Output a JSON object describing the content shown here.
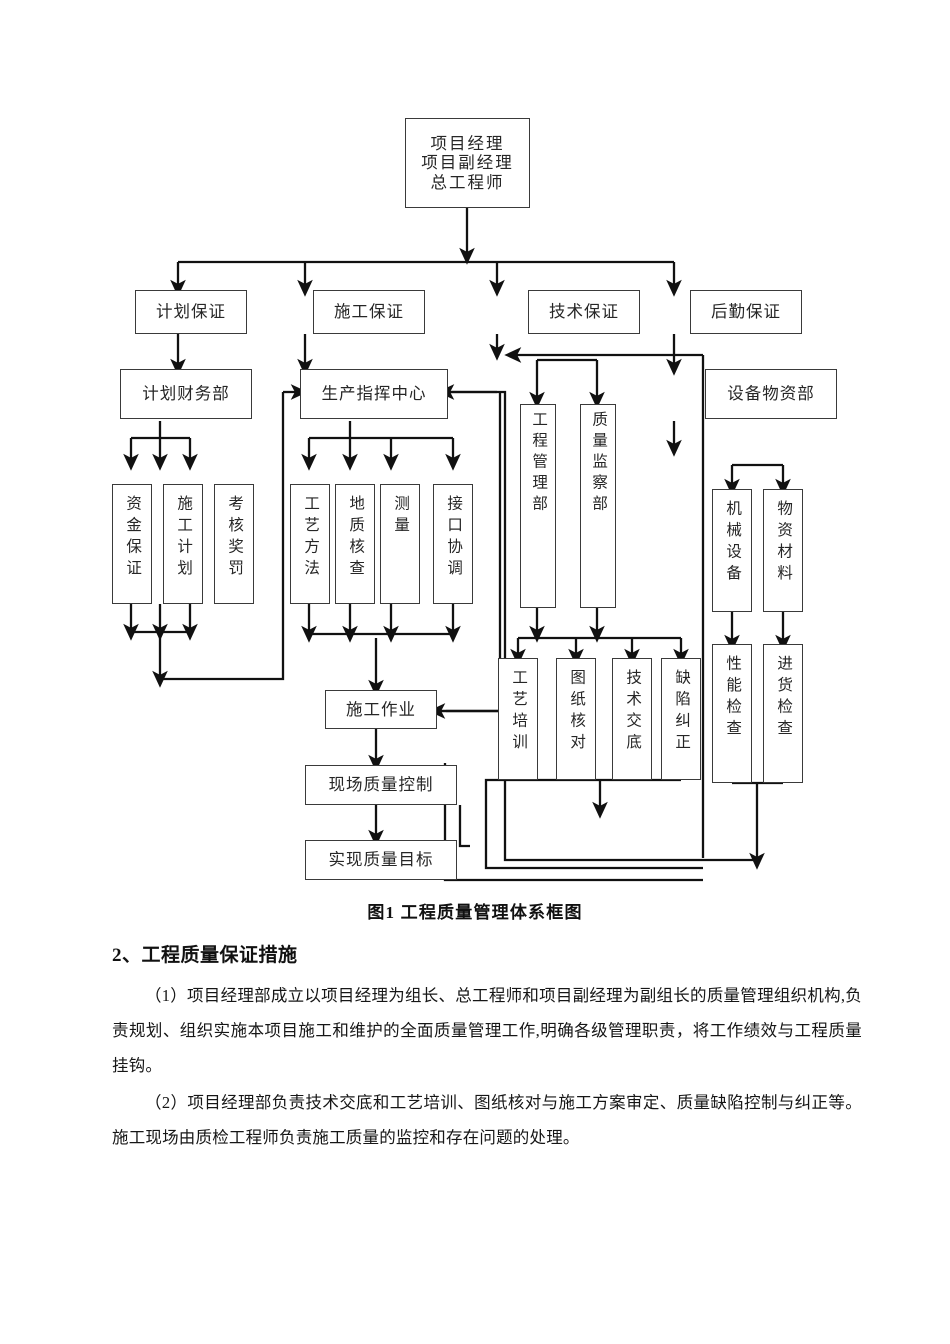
{
  "document": {
    "figure_caption": "图1 工程质量管理体系框图",
    "section_heading": "2、工程质量保证措施",
    "paragraphs": [
      "（1）项目经理部成立以项目经理为组长、总工程师和项目副经理为副组长的质量管理组织机构,负责规划、组织实施本项目施工和维护的全面质量管理工作,明确各级管理职责，将工作绩效与工程质量挂钩。",
      "（2）项目经理部负责技术交底和工艺培训、图纸核对与施工方案审定、质量缺陷控制与纠正等。施工现场由质检工程师负责施工质量的监控和存在问题的处理。"
    ]
  },
  "chart_data": {
    "type": "diagram",
    "title": "图1 工程质量管理体系框图",
    "nodes": [
      {
        "id": "root",
        "label": "项目经理\n项目副经理\n总工程师",
        "level": 0
      },
      {
        "id": "g1",
        "label": "计划保证",
        "level": 1
      },
      {
        "id": "g2",
        "label": "施工保证",
        "level": 1
      },
      {
        "id": "g3",
        "label": "技术保证",
        "level": 1
      },
      {
        "id": "g4",
        "label": "后勤保证",
        "level": 1
      },
      {
        "id": "d1",
        "label": "计划财务部",
        "level": 2
      },
      {
        "id": "d2",
        "label": "生产指挥中心",
        "level": 2
      },
      {
        "id": "d4",
        "label": "设备物资部",
        "level": 2
      },
      {
        "id": "d3a",
        "label": "工程管理部",
        "level": 3
      },
      {
        "id": "d3b",
        "label": "质量监察部",
        "level": 3
      },
      {
        "id": "t1",
        "label": "资金保证",
        "level": 4
      },
      {
        "id": "t2",
        "label": "施工计划",
        "level": 4
      },
      {
        "id": "t3",
        "label": "考核奖罚",
        "level": 4
      },
      {
        "id": "t4",
        "label": "工艺方法",
        "level": 4
      },
      {
        "id": "t5",
        "label": "地质核查",
        "level": 4
      },
      {
        "id": "t6",
        "label": "测量",
        "level": 4
      },
      {
        "id": "t7",
        "label": "接口协调",
        "level": 4
      },
      {
        "id": "t8",
        "label": "机械设备",
        "level": 4
      },
      {
        "id": "t9",
        "label": "物资材料",
        "level": 4
      },
      {
        "id": "u1",
        "label": "工艺培训",
        "level": 5
      },
      {
        "id": "u2",
        "label": "图纸核对",
        "level": 5
      },
      {
        "id": "u3",
        "label": "技术交底",
        "level": 5
      },
      {
        "id": "u4",
        "label": "缺陷纠正",
        "level": 5
      },
      {
        "id": "u5",
        "label": "性能检查",
        "level": 5
      },
      {
        "id": "u6",
        "label": "进货检查",
        "level": 5
      },
      {
        "id": "f1",
        "label": "施工作业",
        "level": 6
      },
      {
        "id": "f2",
        "label": "现场质量控制",
        "level": 7
      },
      {
        "id": "f3",
        "label": "实现质量目标",
        "level": 8
      }
    ],
    "edges": [
      {
        "from": "root",
        "to": "g1"
      },
      {
        "from": "root",
        "to": "g2"
      },
      {
        "from": "root",
        "to": "g3"
      },
      {
        "from": "root",
        "to": "g4"
      },
      {
        "from": "g1",
        "to": "d1"
      },
      {
        "from": "g2",
        "to": "d2"
      },
      {
        "from": "g3",
        "to": "d3a"
      },
      {
        "from": "g3",
        "to": "d3b"
      },
      {
        "from": "g4",
        "to": "d4"
      },
      {
        "from": "d1",
        "to": "t1"
      },
      {
        "from": "d1",
        "to": "t2"
      },
      {
        "from": "d1",
        "to": "t3"
      },
      {
        "from": "d2",
        "to": "t4"
      },
      {
        "from": "d2",
        "to": "t5"
      },
      {
        "from": "d2",
        "to": "t6"
      },
      {
        "from": "d2",
        "to": "t7"
      },
      {
        "from": "d4",
        "to": "t8"
      },
      {
        "from": "d4",
        "to": "t9"
      },
      {
        "from": "d3a",
        "to": "u1"
      },
      {
        "from": "d3a",
        "to": "u2"
      },
      {
        "from": "d3b",
        "to": "u3"
      },
      {
        "from": "d3b",
        "to": "u4"
      },
      {
        "from": "t8",
        "to": "u5"
      },
      {
        "from": "t9",
        "to": "u6"
      },
      {
        "from": "t4",
        "to": "f1"
      },
      {
        "from": "t5",
        "to": "f1"
      },
      {
        "from": "t6",
        "to": "f1"
      },
      {
        "from": "t7",
        "to": "f1"
      },
      {
        "from": "f1",
        "to": "f2"
      },
      {
        "from": "f2",
        "to": "f3"
      },
      {
        "from": "t1",
        "to": "d2"
      },
      {
        "from": "t2",
        "to": "d2"
      },
      {
        "from": "t3",
        "to": "d2"
      },
      {
        "from": "u1",
        "to": "f1"
      },
      {
        "from": "u2",
        "to": "f1"
      },
      {
        "from": "u3",
        "to": "f1"
      },
      {
        "from": "u4",
        "to": "f1"
      },
      {
        "from": "u5",
        "to": "g3"
      },
      {
        "from": "u6",
        "to": "g3"
      },
      {
        "from": "f2",
        "to": "d2"
      },
      {
        "from": "f3",
        "to": "g3"
      }
    ]
  }
}
